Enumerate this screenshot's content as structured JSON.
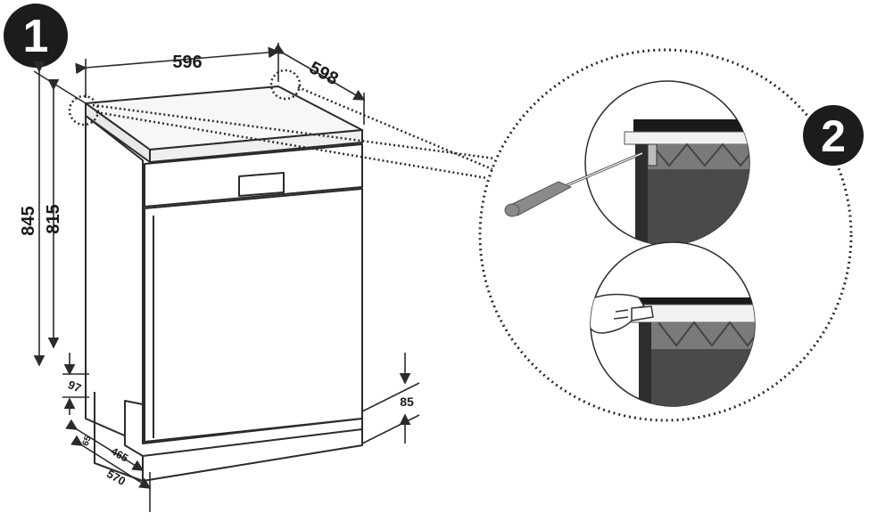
{
  "steps": {
    "step1_number": "1",
    "step2_number": "2"
  },
  "dimensions": {
    "width": "596",
    "depth": "598",
    "total_height": "845",
    "body_height": "815",
    "plinth_height": "97",
    "toe_kick": "85",
    "small_offset": "65",
    "base_depth": "465",
    "full_depth": "570"
  },
  "colors": {
    "line": "#2b2b2b",
    "badge": "#1c1c1c",
    "panel_fill": "#7a7a7a",
    "panel_dark": "#4a4a4a",
    "worktop": "#f2f2f2",
    "screwdriver_handle": "#8a8a8a"
  },
  "icons": {
    "screwdriver": "screwdriver-icon",
    "hand": "hand-icon"
  }
}
